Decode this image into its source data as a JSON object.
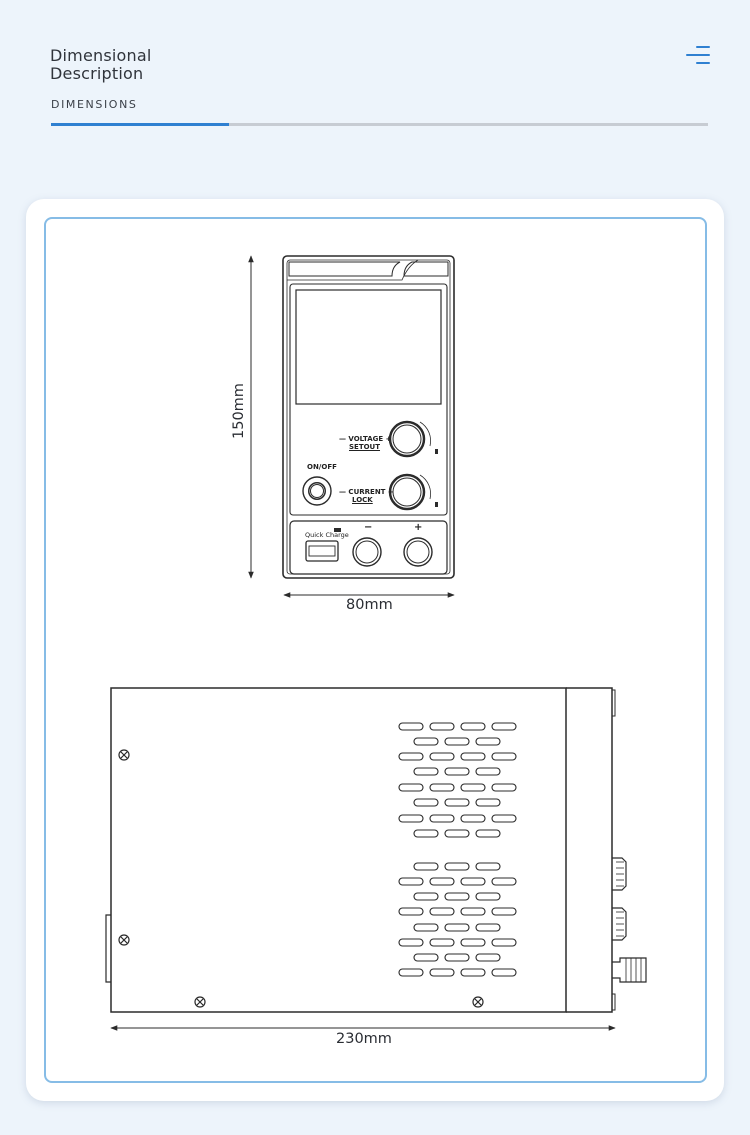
{
  "header": {
    "title_line1": "Dimensional",
    "title_line2": "Description",
    "subtitle": "DIMENSIONS"
  },
  "menu": {
    "icon": "menu-icon"
  },
  "colors": {
    "background": "#edf4fb",
    "accent": "#2f80d1",
    "frame_border": "#86bce6",
    "drawing_stroke": "#2b2b2b"
  },
  "front_view": {
    "height_label": "150mm",
    "width_label": "80mm",
    "labels": {
      "on_off": "ON/OFF",
      "voltage": "— VOLTAGE +",
      "setout": "SETOUT",
      "current": "— CURRENT +",
      "lock": "LOCK",
      "quick_charge": "Quick Charge",
      "minus": "−",
      "plus": "+"
    }
  },
  "side_view": {
    "length_label": "230mm"
  }
}
